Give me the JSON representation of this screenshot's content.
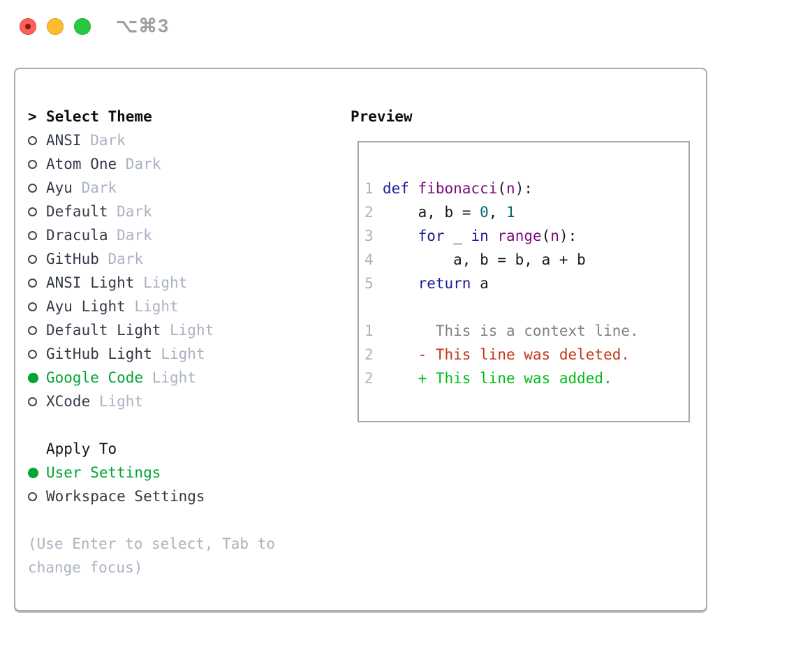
{
  "window": {
    "title": "⌥⌘3",
    "traffic_lights": [
      {
        "name": "close",
        "color": "#ff5f57"
      },
      {
        "name": "minimize",
        "color": "#febc2e"
      },
      {
        "name": "zoom",
        "color": "#28c840"
      }
    ]
  },
  "theme_picker": {
    "header": {
      "prefix": ">",
      "label": "Select Theme"
    },
    "items": [
      {
        "name": "ANSI",
        "variant": "Dark",
        "selected": false
      },
      {
        "name": "Atom One",
        "variant": "Dark",
        "selected": false
      },
      {
        "name": "Ayu",
        "variant": "Dark",
        "selected": false
      },
      {
        "name": "Default",
        "variant": "Dark",
        "selected": false
      },
      {
        "name": "Dracula",
        "variant": "Dark",
        "selected": false
      },
      {
        "name": "GitHub",
        "variant": "Dark",
        "selected": false
      },
      {
        "name": "ANSI Light",
        "variant": "Light",
        "selected": false
      },
      {
        "name": "Ayu Light",
        "variant": "Light",
        "selected": false
      },
      {
        "name": "Default Light",
        "variant": "Light",
        "selected": false
      },
      {
        "name": "GitHub Light",
        "variant": "Light",
        "selected": false
      },
      {
        "name": "Google Code",
        "variant": "Light",
        "selected": true
      },
      {
        "name": "XCode",
        "variant": "Light",
        "selected": false
      }
    ],
    "apply_to": {
      "label": "Apply To",
      "options": [
        {
          "label": "User Settings",
          "selected": true
        },
        {
          "label": "Workspace Settings",
          "selected": false
        }
      ]
    },
    "help": "(Use Enter to select, Tab to change focus)"
  },
  "preview": {
    "label": "Preview",
    "lines": [
      {
        "num": "1",
        "segs": [
          [
            "kw",
            "def "
          ],
          [
            "fn",
            "fibonacci"
          ],
          [
            "pl",
            "("
          ],
          [
            "fn",
            "n"
          ],
          [
            "pl",
            "):"
          ]
        ]
      },
      {
        "num": "2",
        "segs": [
          [
            "pl",
            "    a, b = "
          ],
          [
            "lit",
            "0"
          ],
          [
            "pl",
            ", "
          ],
          [
            "lit",
            "1"
          ]
        ]
      },
      {
        "num": "3",
        "segs": [
          [
            "pl",
            "    "
          ],
          [
            "kw",
            "for"
          ],
          [
            "pl",
            " _ "
          ],
          [
            "kw",
            "in"
          ],
          [
            "pl",
            " "
          ],
          [
            "fn",
            "range"
          ],
          [
            "pl",
            "("
          ],
          [
            "fn",
            "n"
          ],
          [
            "pl",
            "):"
          ]
        ]
      },
      {
        "num": "4",
        "segs": [
          [
            "pl",
            "        a, b = b, a + b"
          ]
        ]
      },
      {
        "num": "5",
        "segs": [
          [
            "pl",
            "    "
          ],
          [
            "kw",
            "return"
          ],
          [
            "pl",
            " a"
          ]
        ]
      },
      {
        "num": "",
        "segs": []
      },
      {
        "num": "1",
        "segs": [
          [
            "ctx",
            "      This is a context line."
          ]
        ]
      },
      {
        "num": "2",
        "segs": [
          [
            "del",
            "    - This line was deleted."
          ]
        ]
      },
      {
        "num": "2",
        "segs": [
          [
            "add",
            "    + This line was added."
          ]
        ]
      }
    ],
    "colors": {
      "keyword": "#1c1c9c",
      "function_name": "#7a0b7a",
      "number_literal": "#006666",
      "context_line": "#828282",
      "deleted_line": "#c43619",
      "added_line": "#00bd16",
      "selected_green": "#00a532",
      "line_number": "#a9b4c2"
    }
  }
}
